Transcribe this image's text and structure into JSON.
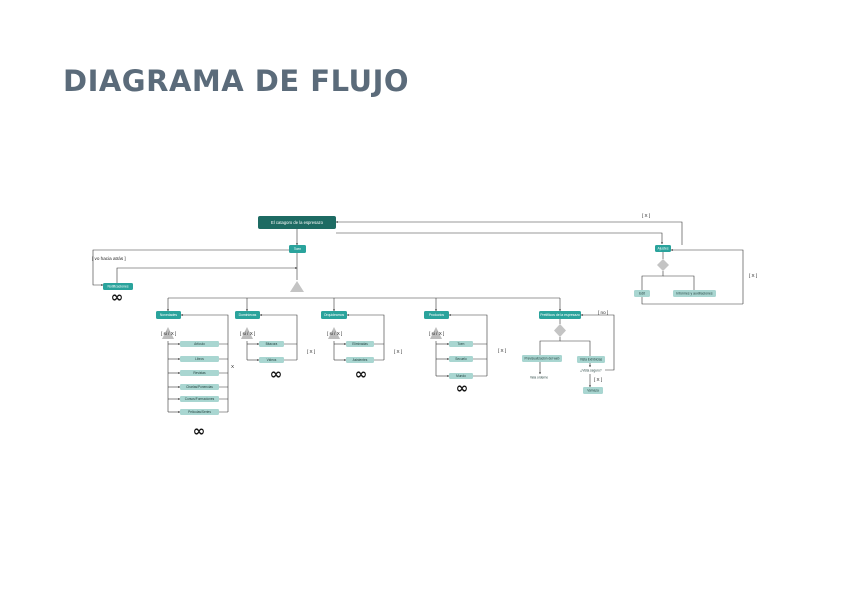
{
  "title": "DIAGRAMA DE FLUJO",
  "colors": {
    "dark": "#1d6b63",
    "accent": "#2aa39c",
    "light": "#a9d6d1",
    "gray": "#c4c4c4",
    "line": "#333333"
  },
  "nodes": {
    "start": "El catagoro de la espresazo",
    "home": "Toen",
    "notifications": "Notificaciones",
    "ajustes": "Ajustes",
    "edit": "Edit",
    "sec1": "Novedades",
    "sec2": "Dominiecas",
    "sec3": "Orquideamos",
    "sec4": "Productos",
    "sec5": "Pretiflicos de la espresazo",
    "s1_items": [
      "Artículo",
      "Libros",
      "Revistas",
      "Charlas/Ponencias",
      "Cursos/Formaciones",
      "Películas/Series"
    ],
    "s2_items": [
      "Bitacora",
      "Videos"
    ],
    "s3_items": [
      "Eliminadas",
      "Asistentes"
    ],
    "s4_items": [
      "Toen",
      "Secuelo",
      "Mundo"
    ],
    "s5_a": "Previsualización del web",
    "s5_a_out": "Vela orderne",
    "s5_b": "Vista Exhibicias",
    "s5_b_q": "¿Vista seguro?",
    "s5_b_out": "Vamaza",
    "ajustes_b": "Informes y auxiliaciones"
  },
  "labels": {
    "exit": "[ vo hacia atrás ]",
    "x_top": "[ X ]",
    "x_right": "[ X ]",
    "x_s1": "X",
    "x_s2": "[ X ]",
    "x_s3": "[ X ]",
    "x_s4": "[ X ]",
    "x_s5": "[ X ]",
    "x_s5_back": "[ no ]",
    "gate": "[ si / X ]"
  },
  "infinity": "∞"
}
